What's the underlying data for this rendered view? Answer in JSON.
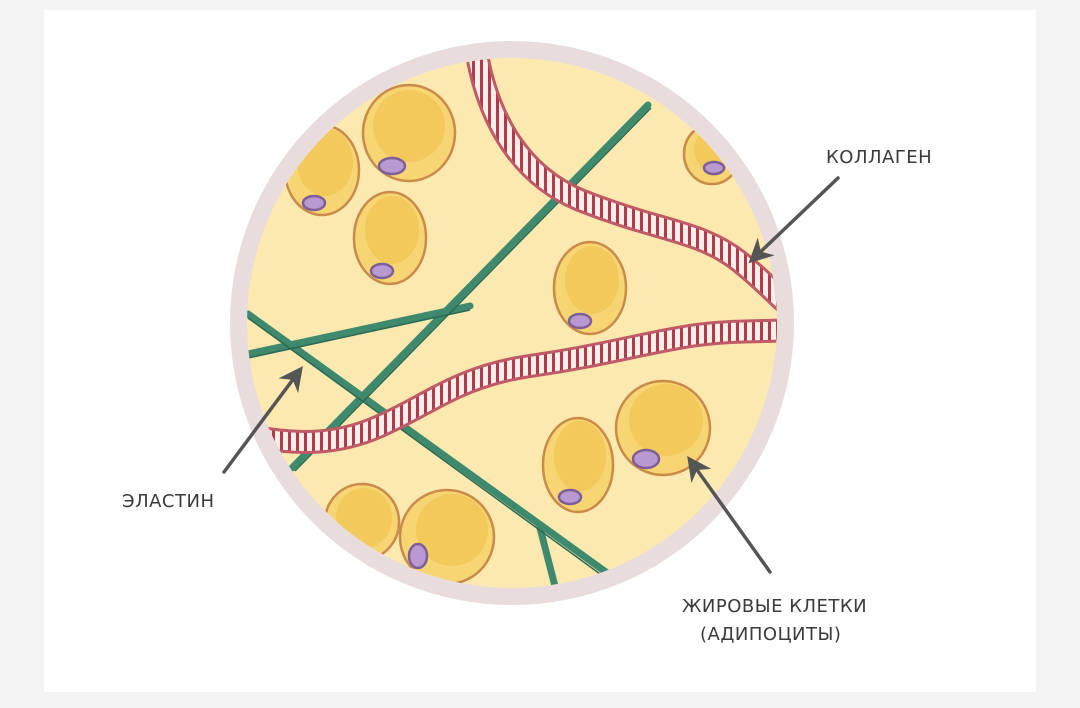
{
  "labels": {
    "collagen": "КОЛЛАГЕН",
    "elastin": "ЭЛАСТИН",
    "fat_cells_line1": "ЖИРОВЫЕ КЛЕТКИ",
    "fat_cells_line2": "(АДИПОЦИТЫ)"
  },
  "colors": {
    "background": "#f4f4f4",
    "panel": "#ffffff",
    "tissue": "#fce9b0",
    "rim": "#e9dcdc",
    "cell_fill": "#f7d573",
    "cell_outline": "#c98a4a",
    "nucleus": "#b89ad0",
    "elastin_fiber": "#3f8a6e",
    "collagen_stripe": "#b23a4a",
    "arrow": "#555555"
  },
  "icons": {
    "pointer": "hand-drawn-arrow-icon"
  }
}
